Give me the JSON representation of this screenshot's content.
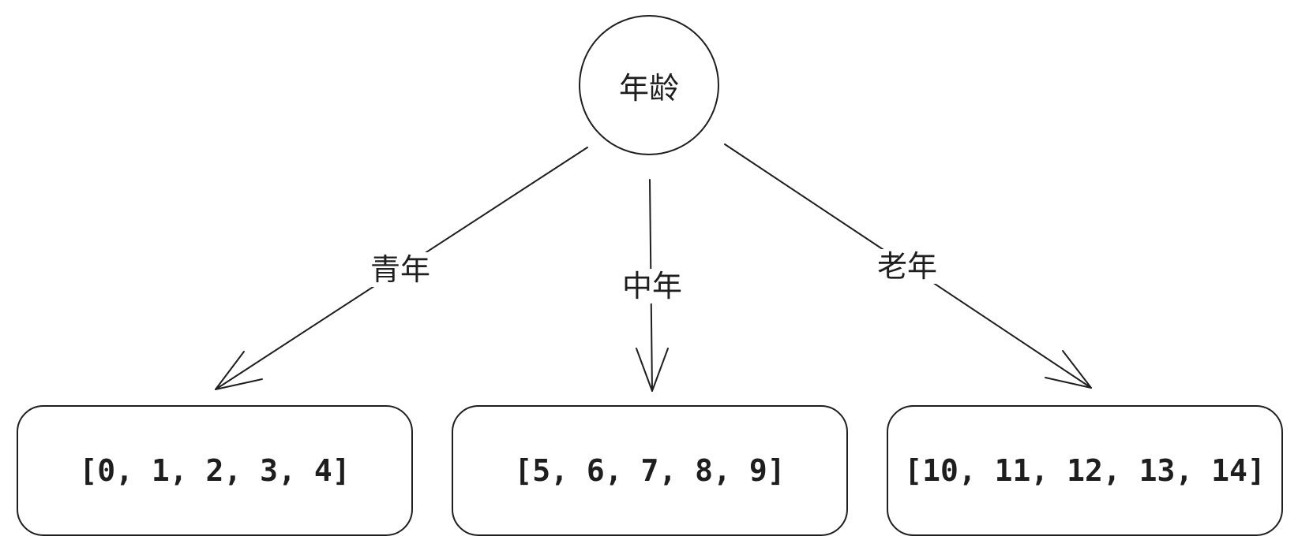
{
  "root": {
    "label": "年龄"
  },
  "branches": [
    {
      "label": "青年",
      "leaf": "[0, 1, 2, 3, 4]"
    },
    {
      "label": "中年",
      "leaf": "[5, 6, 7, 8, 9]"
    },
    {
      "label": "老年",
      "leaf": "[10, 11, 12, 13, 14]"
    }
  ],
  "colors": {
    "stroke": "#1e1e1e",
    "background": "#ffffff"
  }
}
